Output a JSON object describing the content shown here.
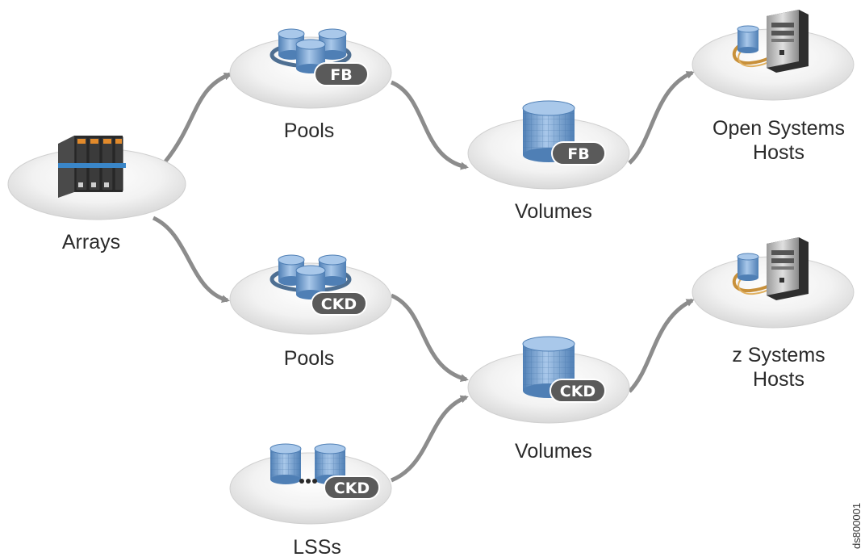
{
  "nodes": {
    "arrays": {
      "label": "Arrays"
    },
    "pools_fb": {
      "label": "Pools",
      "badge": "FB"
    },
    "pools_ckd": {
      "label": "Pools",
      "badge": "CKD"
    },
    "lss": {
      "label": "LSSs",
      "badge": "CKD"
    },
    "volumes_fb": {
      "label": "Volumes",
      "badge": "FB"
    },
    "volumes_ckd": {
      "label": "Volumes",
      "badge": "CKD"
    },
    "open_hosts": {
      "label_line1": "Open Systems",
      "label_line2": "Hosts"
    },
    "z_hosts": {
      "label_line1": "z Systems",
      "label_line2": "Hosts"
    }
  },
  "doc_id": "ds800001",
  "colors": {
    "disc": "#e6e6e6",
    "arrow": "#8c8c8c",
    "badge": "#5a5a5a",
    "storage_blue": "#6f9dcf",
    "server_dark": "#3a3a3a"
  },
  "icons": {
    "arrays": "storage-enclosure-icon",
    "pools": "disk-pool-icon",
    "volumes": "volume-cylinder-icon",
    "lss": "lss-cylinders-icon",
    "hosts": "server-tower-icon"
  }
}
